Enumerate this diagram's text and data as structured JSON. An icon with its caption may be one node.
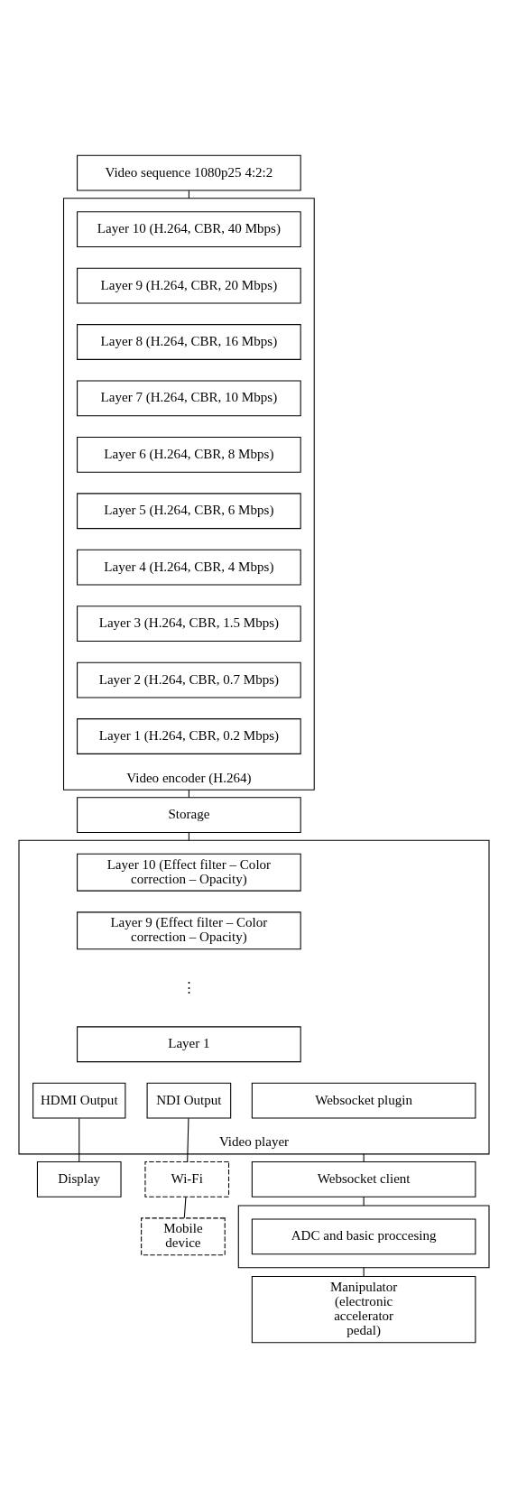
{
  "diagram": {
    "nodes": [
      {
        "text": [
          "Video sequence 1080p25 4:2:2"
        ]
      },
      {
        "text": [
          "Video encoder (H.264)"
        ]
      },
      {
        "text": [
          "Layer 10 (H.264, CBR, 40 Mbps)"
        ],
        "in": 1
      },
      {
        "text": [
          "Layer 9 (H.264, CBR, 20 Mbps)"
        ],
        "in": 1
      },
      {
        "text": [
          "Layer 8 (H.264, CBR, 16 Mbps)"
        ],
        "in": 1
      },
      {
        "text": [
          "Layer 7 (H.264, CBR, 10 Mbps)"
        ],
        "in": 1
      },
      {
        "text": [
          "Layer 6 (H.264, CBR, 8 Mbps)"
        ],
        "in": 1
      },
      {
        "text": [
          "Layer 5 (H.264, CBR, 6 Mbps)"
        ],
        "in": 1
      },
      {
        "text": [
          "Layer 4 (H.264, CBR, 4 Mbps)"
        ],
        "in": 1
      },
      {
        "text": [
          "Layer 3 (H.264, CBR, 1.5 Mbps)"
        ],
        "in": 1
      },
      {
        "text": [
          "Layer 2 (H.264, CBR, 0.7 Mbps)"
        ],
        "in": 1
      },
      {
        "text": [
          "Layer 1 (H.264, CBR, 0.2 Mbps)"
        ],
        "in": 1
      },
      {
        "text": [
          "Storage"
        ]
      },
      {
        "text": [
          "Video player"
        ]
      },
      {
        "text": [
          "Layer 10 (Effect filter – Color correction – Opacity)"
        ],
        "in": 13
      },
      {
        "text": [
          "Layer 9 (Effect filter – Color correction – Opacity)"
        ],
        "in": 13
      },
      {
        "text": [
          "Layer 1"
        ],
        "in": 13
      },
      {
        "text": [
          "HDMI Output"
        ],
        "in": 13
      },
      {
        "text": [
          "NDI Output"
        ],
        "in": 13
      },
      {
        "text": [
          "Websocket plugin"
        ],
        "in": 13
      },
      {
        "text": [
          "Wi-Fi"
        ]
      },
      {
        "text": [
          "Mobile device"
        ]
      },
      {
        "text": [
          "Websocket client"
        ]
      },
      {
        "text": [],
        "shape": "box"
      },
      {
        "text": [
          "ADC and basic proccesing"
        ],
        "in": 23
      },
      {
        "text": [
          "Manipulator (electronic accelerator pedal)"
        ]
      },
      {
        "text": [
          "Display"
        ]
      }
    ],
    "edges": [
      {
        "from": 0,
        "to": 1,
        "arrow": "none"
      },
      {
        "from": 1,
        "to": 12,
        "arrow": "none"
      },
      {
        "from": 12,
        "to": 13,
        "arrow": "none"
      },
      {
        "from": 13,
        "to": 22,
        "arrow": "none"
      },
      {
        "from": 18,
        "to": 20,
        "arrow": "none"
      },
      {
        "from": 20,
        "to": 21,
        "arrow": "none"
      },
      {
        "from": 17,
        "to": 26,
        "arrow": "none"
      },
      {
        "from": 22,
        "to": 23,
        "arrow": "none"
      },
      {
        "from": 23,
        "to": 25,
        "arrow": "none"
      }
    ],
    "labels": [
      "⋮"
    ]
  }
}
